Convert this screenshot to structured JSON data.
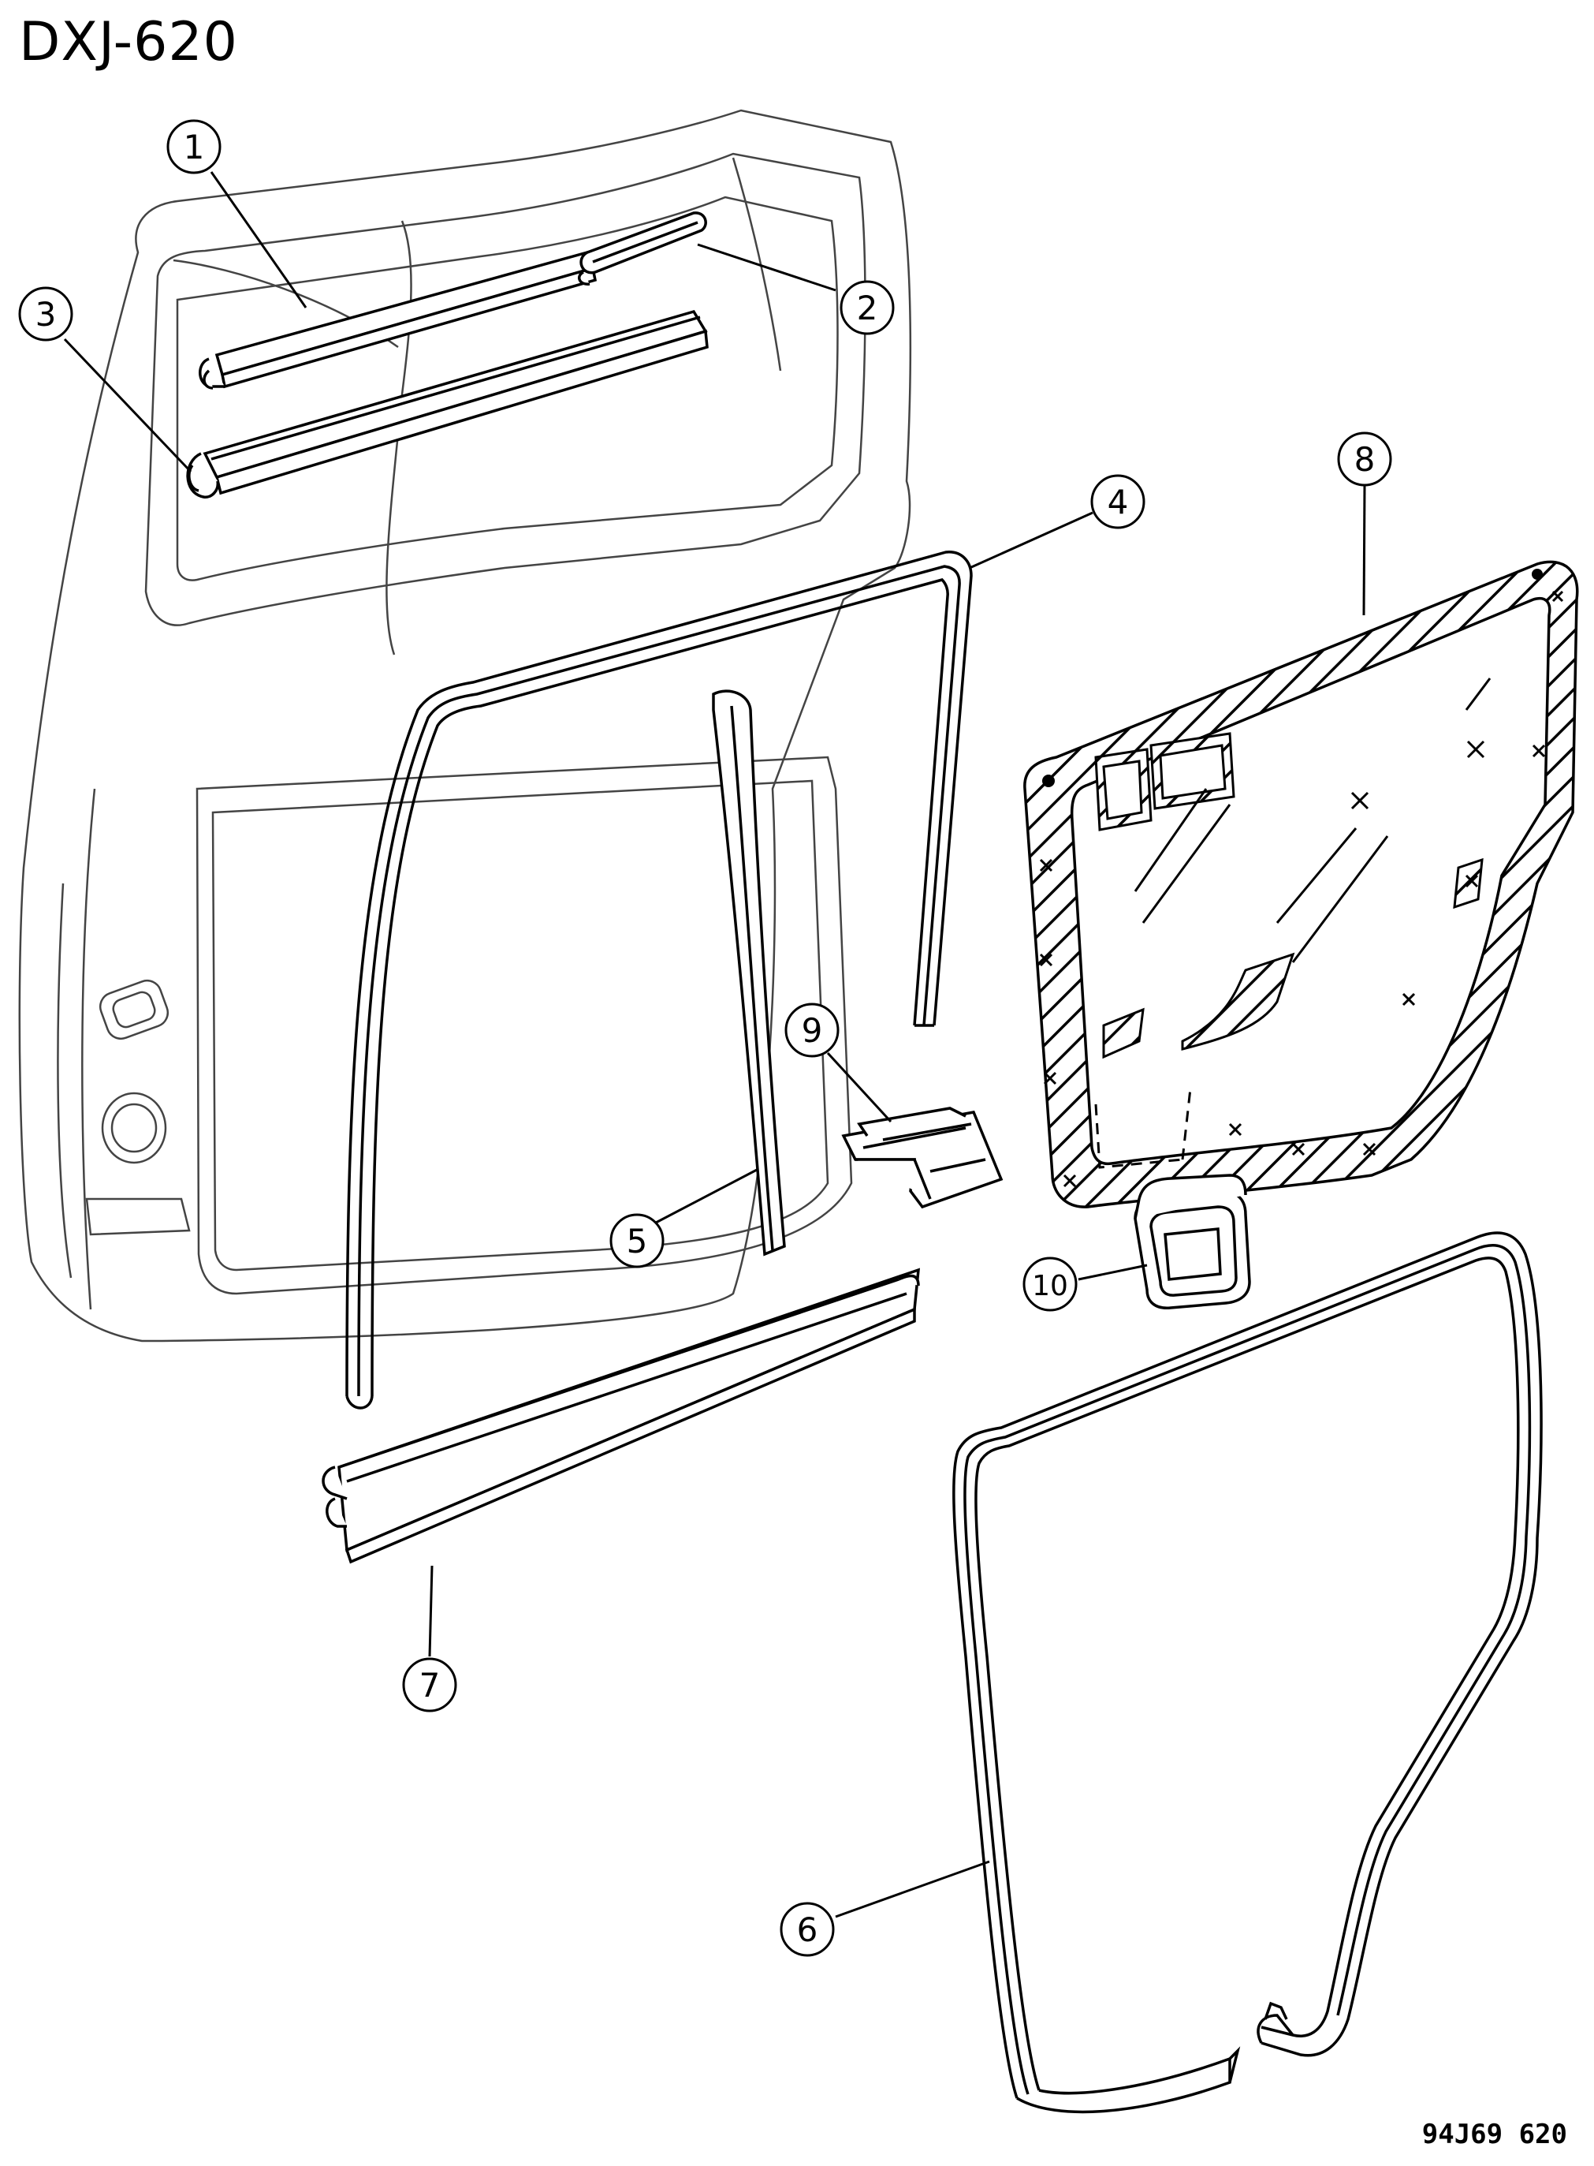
{
  "diagram": {
    "title": "DXJ-620",
    "drawing_code": "94J69 620",
    "callouts": [
      "1",
      "2",
      "3",
      "4",
      "5",
      "6",
      "7",
      "8",
      "9",
      "10"
    ]
  },
  "colors": {
    "ink": "#000000",
    "paper": "#ffffff",
    "phantom": "#555555"
  }
}
